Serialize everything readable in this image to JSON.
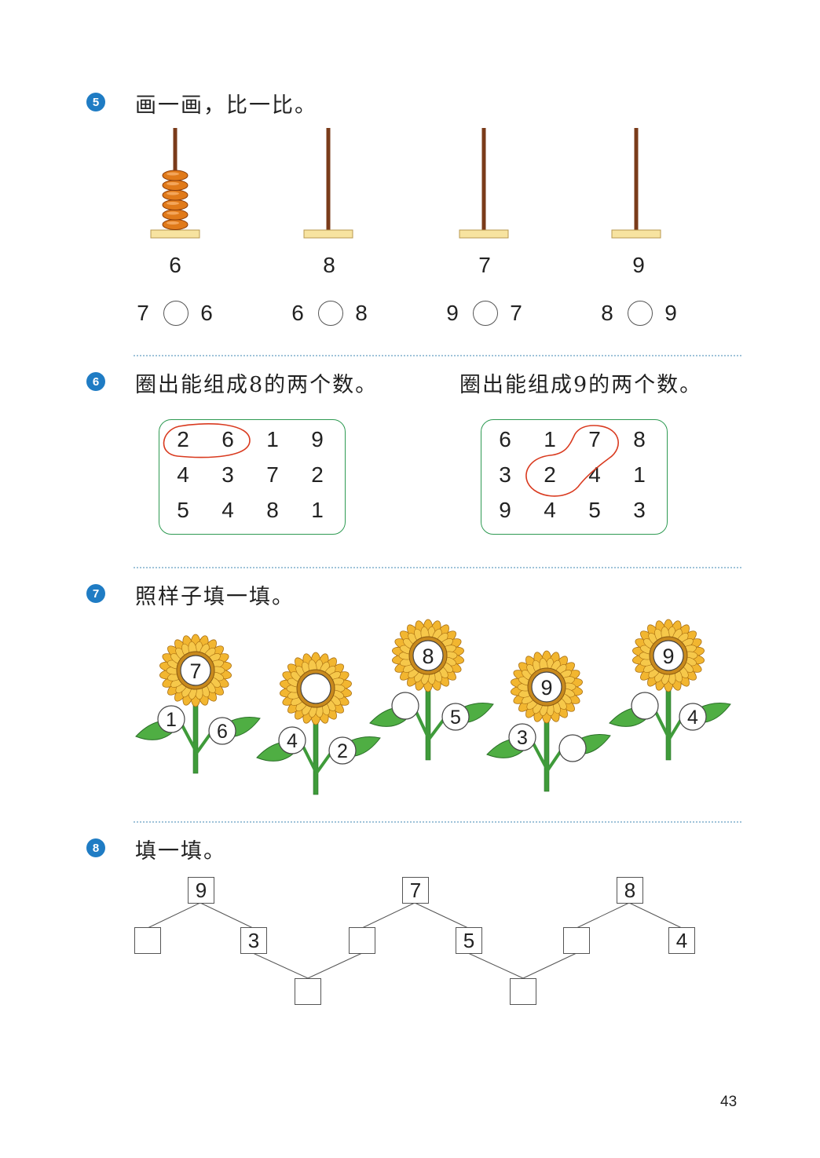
{
  "q5": {
    "badge": "5",
    "title": "画一画，比一比。",
    "abacus_counts": [
      6,
      8,
      7,
      9
    ],
    "beads_drawn": 6,
    "labels": [
      "6",
      "8",
      "7",
      "9"
    ],
    "compare": [
      [
        "7",
        "6"
      ],
      [
        "6",
        "8"
      ],
      [
        "9",
        "7"
      ],
      [
        "8",
        "9"
      ]
    ]
  },
  "q6": {
    "badge": "6",
    "title_left": "圈出能组成8的两个数。",
    "title_right": "圈出能组成9的两个数。",
    "grid_left": [
      [
        "2",
        "6",
        "1",
        "9"
      ],
      [
        "4",
        "3",
        "7",
        "2"
      ],
      [
        "5",
        "4",
        "8",
        "1"
      ]
    ],
    "grid_right": [
      [
        "6",
        "1",
        "7",
        "8"
      ],
      [
        "3",
        "2",
        "4",
        "1"
      ],
      [
        "9",
        "4",
        "5",
        "3"
      ]
    ]
  },
  "q7": {
    "badge": "7",
    "title": "照样子填一填。",
    "flowers": [
      {
        "top": "7",
        "left": "1",
        "right": "6"
      },
      {
        "top": "",
        "left": "4",
        "right": "2"
      },
      {
        "top": "8",
        "left": "",
        "right": "5"
      },
      {
        "top": "9",
        "left": "3",
        "right": ""
      },
      {
        "top": "9",
        "left": "",
        "right": "4"
      }
    ]
  },
  "q8": {
    "badge": "8",
    "title": "填一填。",
    "tops": [
      "9",
      "7",
      "8"
    ],
    "mids": [
      "",
      "3",
      "",
      "5",
      "",
      "4"
    ],
    "bottoms": [
      "",
      ""
    ]
  },
  "page_number": "43",
  "colors": {
    "accent": "#1f7cc4",
    "grid_border": "#2e9a52",
    "circle_mark": "#d93a1f",
    "bead": "#e07a1a",
    "stem": "#3f9b3a",
    "petal": "#f2b630"
  }
}
